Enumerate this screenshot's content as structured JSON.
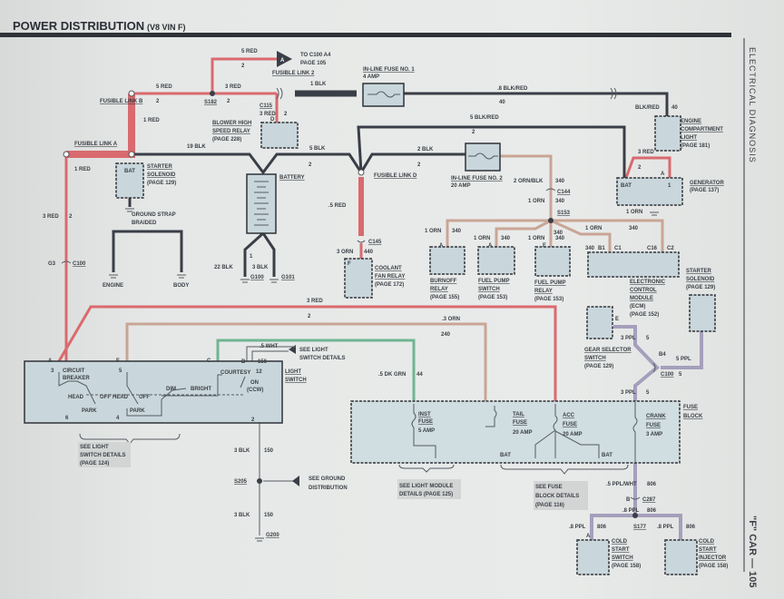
{
  "header": {
    "title": "POWER DISTRIBUTION",
    "subtitle": "(V8 VIN F)",
    "side_title": "ELECTRICAL DIAGNOSIS",
    "footer": "\"F\" CAR — 105"
  },
  "components": {
    "fusible_link_b": "FUSIBLE LINK B",
    "fusible_link_a": "FUSIBLE LINK A",
    "fusible_link_2": "FUSIBLE LINK 2",
    "fusible_link_d": "FUSIBLE LINK D",
    "to_c100": "TO C100 A4",
    "to_c100_page": "PAGE 105",
    "arrow_a": "A",
    "inline_fuse_1": "IN-LINE FUSE NO. 1",
    "inline_fuse_1_amp": "4 AMP",
    "inline_fuse_2": "IN-LINE FUSE NO. 2",
    "inline_fuse_2_amp": "20 AMP",
    "blower_relay": "BLOWER HIGH",
    "blower_relay_2": "SPEED RELAY",
    "blower_relay_page": "(PAGE 228)",
    "starter_solenoid": "STARTER",
    "starter_solenoid_2": "SOLENOID",
    "starter_solenoid_page": "(PAGE 129)",
    "bat": "BAT",
    "battery": "BATTERY",
    "ground_strap": "GROUND STRAP",
    "ground_strap_2": "BRAIDED",
    "engine": "ENGINE",
    "body": "BODY",
    "engine_light": "ENGINE",
    "engine_light_2": "COMPARTMENT",
    "engine_light_3": "LIGHT",
    "engine_light_page": "(PAGE 181)",
    "generator": "GENERATOR",
    "generator_page": "(PAGE 137)",
    "coolant_relay": "COOLANT",
    "coolant_relay_2": "FAN RELAY",
    "coolant_relay_page": "(PAGE 172)",
    "burnoff": "BURNOFF",
    "burnoff_2": "RELAY",
    "burnoff_page": "(PAGE 155)",
    "fp_switch": "FUEL PUMP",
    "fp_switch_2": "SWITCH",
    "fp_switch_page": "(PAGE 153)",
    "fp_relay": "FUEL PUMP",
    "fp_relay_2": "RELAY",
    "fp_relay_page": "(PAGE 153)",
    "ecm": "ELECTRONIC",
    "ecm_2": "CONTROL",
    "ecm_3": "MODULE",
    "ecm_4": "(ECM)",
    "ecm_page": "(PAGE 152)",
    "starter2": "STARTER",
    "starter2_2": "SOLENOID",
    "starter2_page": "(PAGE 129)",
    "gear": "GEAR SELECTOR",
    "gear_2": "SWITCH",
    "gear_page": "(PAGE 129)",
    "light_switch": "LIGHT",
    "light_switch_2": "SWITCH",
    "circuit_breaker": "CIRCUIT",
    "circuit_breaker_2": "BREAKER",
    "head": "HEAD",
    "off": "OFF",
    "park": "PARK",
    "dim": "DIM",
    "bright": "BRIGHT",
    "courtesy": "COURTESY",
    "on": "ON",
    "ccw": "(CCW)",
    "see_ls_details": "SEE LIGHT",
    "see_ls_details_2": "SWITCH DETAILS",
    "see_ls_details_page": "(PAGE 124)",
    "see_light_sw": "SEE LIGHT",
    "see_light_sw_2": "SWITCH DETAILS",
    "see_ground": "SEE GROUND",
    "see_ground_2": "DISTRIBUTION",
    "fuse_block": "FUSE",
    "fuse_block_2": "BLOCK",
    "inst_fuse": "INST",
    "inst_fuse_2": "FUSE",
    "inst_fuse_amp": "5 AMP",
    "tail_fuse": "TAIL",
    "tail_fuse_2": "FUSE",
    "tail_fuse_amp": "20 AMP",
    "acc_fuse": "ACC",
    "acc_fuse_2": "FUSE",
    "acc_fuse_amp": "20 AMP",
    "crank_fuse": "CRANK",
    "crank_fuse_2": "FUSE",
    "crank_fuse_amp": "3 AMP",
    "see_lm": "SEE LIGHT MODULE",
    "see_lm_2": "DETAILS (PAGE 125)",
    "see_fb": "SEE FUSE",
    "see_fb_2": "BLOCK DETAILS",
    "see_fb_page": "(PAGE 116)",
    "cold_switch": "COLD",
    "cold_switch_2": "START",
    "cold_switch_3": "SWITCH",
    "cold_switch_page": "(PAGE 158)",
    "cold_inj": "COLD",
    "cold_inj_2": "START",
    "cold_inj_3": "INJECTOR",
    "cold_inj_page": "(PAGE 158)"
  },
  "wires": {
    "w5red_a": "5 RED",
    "w2_a": "2",
    "w5red_b": "5 RED",
    "w2_b": "2",
    "w3red_a": "3 RED",
    "w2_c": "2",
    "s182": "S182",
    "c115": "C115",
    "w3red_c": "3 RED",
    "w2_d": "2",
    "pin_d": "D",
    "w1blk": "1 BLK",
    "w8blkred": ".8 BLK/RED",
    "w40": "40",
    "wblkred": "BLK/RED",
    "w40b": "40",
    "w5blkred": "5 BLK/RED",
    "w2_e": "2",
    "w1red_a": "1 RED",
    "w1red_b": "1 RED",
    "w19blk": "19 BLK",
    "w5blk": "5 BLK",
    "w2_f": "2",
    "w2blk": "2 BLK",
    "w2_g": "2",
    "w3red_gen": "3 RED",
    "w2_gen": "2",
    "pin_a_gen": "A",
    "gen_bat": "BAT",
    "gen_1": "1",
    "w3red_d": "3 RED",
    "w2_h": "2",
    "g3": "G3",
    "c100": "C100",
    "w5red_c": ".5 RED",
    "c145": "C145",
    "w3orn": "3 ORN",
    "w440": "440",
    "pin_f": "F",
    "w22blk": "22 BLK",
    "w3blk": "3 BLK",
    "w1": "1",
    "g100": "G100",
    "g101": "G101",
    "w2ornblk": "2 ORN/BLK",
    "w340a": "340",
    "c144": "C144",
    "w1orn_a": "1 ORN",
    "w340b": "340",
    "s153": "S153",
    "w1orn_b": "1 ORN",
    "w340c": "340",
    "w1orn_c": "1 ORN",
    "w340d": "340",
    "w1orn_d": "1 ORN",
    "w340e": "340",
    "w1orn_e": "1 ORN",
    "w340f": "340",
    "w1orn_f": "1 ORN",
    "w340g": "340",
    "w340h": "340",
    "pin_b1": "B1",
    "pin_c1": "C1",
    "pin_c16": "C16",
    "pin_c2": "C2",
    "pin_a1": "A",
    "pin_a2": "A",
    "pin_f2": "F",
    "w3red_e": "3 RED",
    "w2_i": "2",
    "w3orn_b": ".3 ORN",
    "w240": "240",
    "w5dkgrn": ".5 DK GRN",
    "w44": "44",
    "w5wht": ".5 WHT",
    "w156": "156",
    "pin_a": "A",
    "pin_c": "C",
    "pin_b": "B",
    "pin_3": "3",
    "pin_5": "5",
    "pin_12": "12",
    "pin_6": "6",
    "pin_4": "4",
    "pin_2": "2",
    "w3blk_a": "3 BLK",
    "w150a": "150",
    "s205": "S205",
    "w3blk_b": "3 BLK",
    "w150b": "150",
    "g200": "G200",
    "w3ppl_a": "3 PPL",
    "w5_a": "5",
    "pin_e": "E",
    "w5ppl": "5 PPL",
    "w5_b": "5",
    "c100b": "C100",
    "pin_b4": "B4",
    "w3ppl_b": "3 PPL",
    "w5_c": "5",
    "bat1": "BAT",
    "bat2": "BAT",
    "w5pplwht": ".5 PPL/WHT",
    "w806a": "806",
    "c287": "C287",
    "pin_b2": "B",
    "w8ppl_a": ".8 PPL",
    "w806b": "806",
    "s177": "S177",
    "w8ppl_b": ".8 PPL",
    "w806c": "806",
    "w8ppl_c": ".8 PPL",
    "w806d": "806",
    "pin_a3": "A"
  },
  "colors": {
    "red_wire": "#d96a6e",
    "black_wire": "#3a3e47",
    "orange_wire": "#c9a595",
    "green_wire": "#6fb592",
    "purple_wire": "#a59fbc",
    "component_fill": "#c9d7dc"
  }
}
